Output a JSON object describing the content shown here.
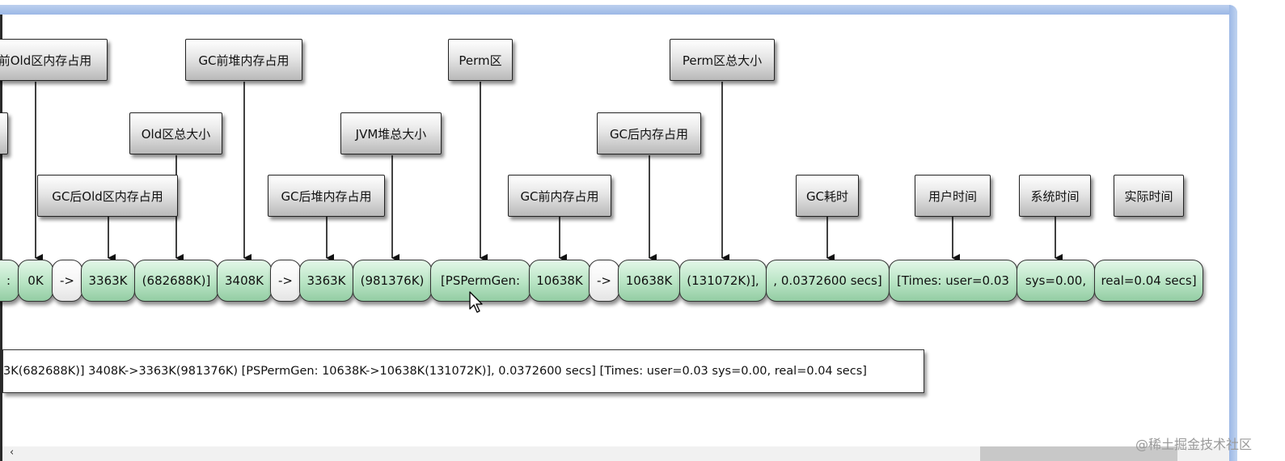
{
  "labels": {
    "old_before": "前Old区内存占用",
    "old_total": "Old区总大小",
    "old_after": "GC后Old区内存占用",
    "heap_before": "GC前堆内存占用",
    "heap_after": "GC后堆内存占用",
    "jvm_heap_total": "JVM堆总大小",
    "perm_area": "Perm区",
    "perm_before": "GC前内存占用",
    "perm_after": "GC后内存占用",
    "perm_total": "Perm区总大小",
    "gc_time": "GC耗时",
    "user_time": "用户时间",
    "sys_time": "系统时间",
    "real_time": "实际时间"
  },
  "cells": {
    "c_prefix": ":",
    "c_0k": "0K",
    "c_arrow1": "->",
    "c_3363_old": "3363K",
    "c_682688": "(682688K)]",
    "c_3408": "3408K",
    "c_arrow2": "->",
    "c_3363_heap": "3363K",
    "c_981376": "(981376K)",
    "c_perm_label": "[PSPermGen:",
    "c_10638_before": "10638K",
    "c_arrow3": "->",
    "c_10638_after": "10638K",
    "c_131072": "(131072K)],",
    "c_gc_secs": ", 0.0372600 secs]",
    "c_user": "[Times: user=0.03",
    "c_sys": "sys=0.00,",
    "c_real": "real=0.04 secs]"
  },
  "log_line": "3K(682688K)] 3408K->3363K(981376K) [PSPermGen: 10638K->10638K(131072K)], 0.0372600 secs] [Times: user=0.03 sys=0.00, real=0.04 secs]",
  "watermark": "@稀土掘金技术社区",
  "scroll_left_glyph": "‹"
}
